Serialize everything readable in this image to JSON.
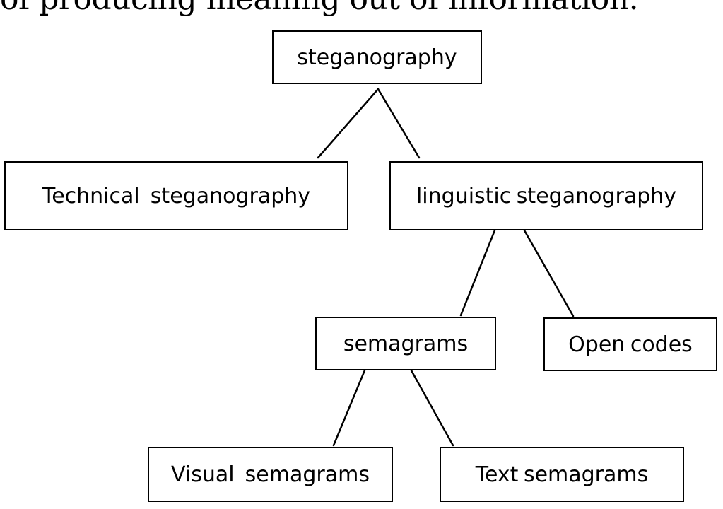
{
  "header_text": "of producing meaning out of information.",
  "diagram": {
    "root": "steganography",
    "technical": "Technical  steganography",
    "linguistic": "linguistic steganography",
    "semagrams": "semagrams",
    "open_codes": "Open codes",
    "visual_semagrams": "Visual  semagrams",
    "text_semagrams": "Text semagrams"
  }
}
